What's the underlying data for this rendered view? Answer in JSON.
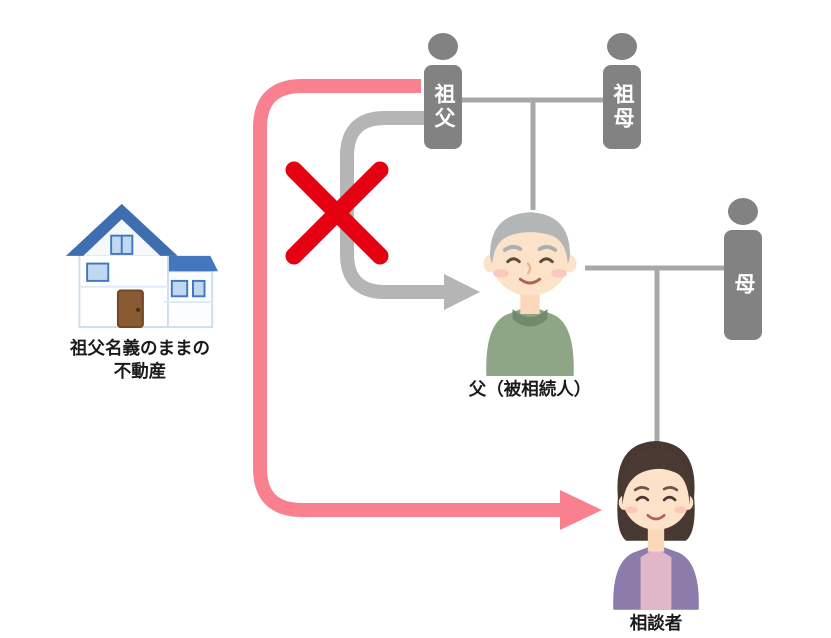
{
  "diagram": {
    "nodes": {
      "grandfather": {
        "label": "祖父"
      },
      "grandmother": {
        "label": "祖母"
      },
      "father": {
        "label": "父（被相続人）"
      },
      "mother": {
        "label": "母"
      },
      "consultant": {
        "label": "相談者"
      }
    },
    "house": {
      "caption_line1": "祖父名義のままの",
      "caption_line2": "不動産"
    },
    "colors": {
      "person_node": "#828282",
      "family_line": "#a8a8a8",
      "blocked_arrow": "#b5b5b5",
      "cross_mark": "#e50012",
      "direct_arrow": "#f8808f"
    },
    "icons": {
      "house": "house-illustration",
      "father": "elderly-man-illustration",
      "consultant": "woman-illustration",
      "cross": "cross-icon",
      "blocked_arrow": "blocked-inheritance-arrow",
      "direct_arrow": "direct-transfer-arrow"
    }
  }
}
